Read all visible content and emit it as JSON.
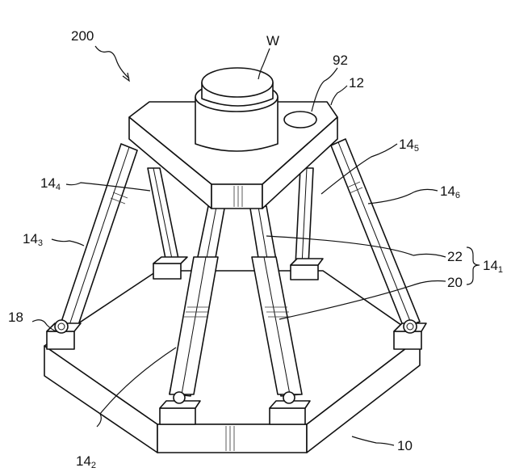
{
  "figure": {
    "labels": {
      "assembly": "200",
      "workpiece": "W",
      "marker": "92",
      "top_plate": "12",
      "leg5": "14",
      "leg5_sub": "5",
      "leg6": "14",
      "leg6_sub": "6",
      "leg4": "14",
      "leg4_sub": "4",
      "leg3": "14",
      "leg3_sub": "3",
      "rod": "22",
      "sleeve": "20",
      "leg1": "14",
      "leg1_sub": "1",
      "joint": "18",
      "leg2": "14",
      "leg2_sub": "2",
      "base": "10"
    }
  }
}
